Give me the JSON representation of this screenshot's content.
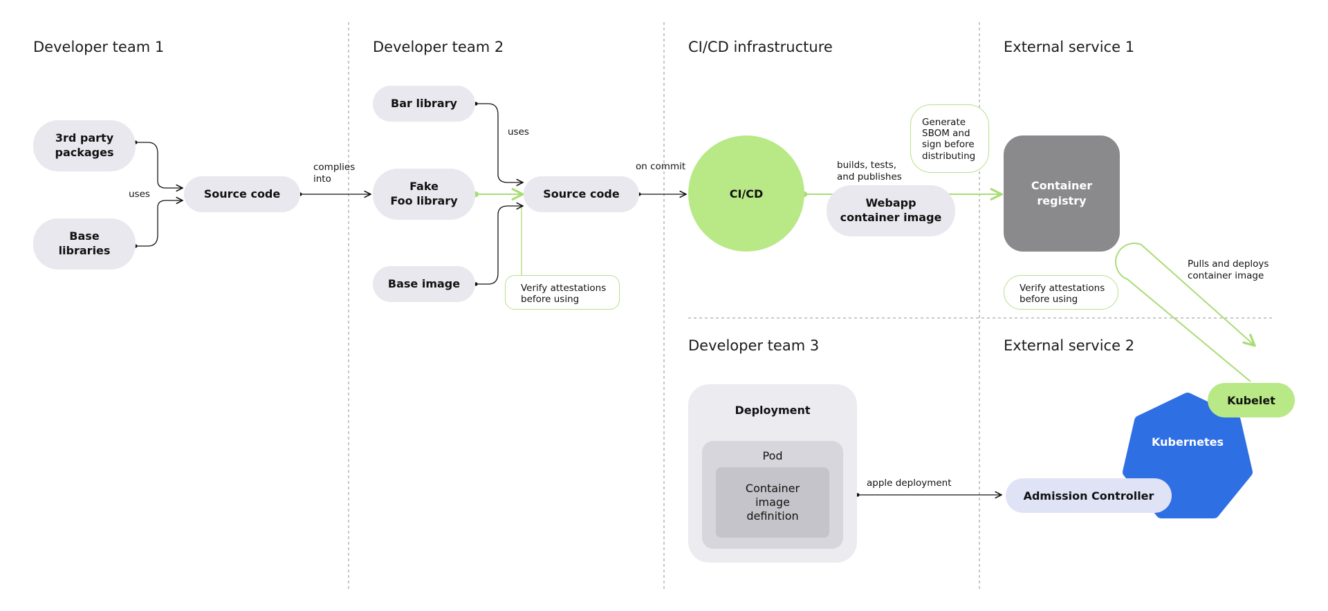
{
  "sections": {
    "dev_team_1": "Developer team 1",
    "dev_team_2": "Developer team 2",
    "cicd_infra": "CI/CD infrastructure",
    "external_1": "External service 1",
    "dev_team_3": "Developer team 3",
    "external_2": "External service 2"
  },
  "team1": {
    "third_party": "3rd party\npackages",
    "base_libraries": "Base\nlibraries",
    "uses_label": "uses",
    "source_code": "Source code",
    "complies_into": "complies\ninto"
  },
  "team2": {
    "bar_library": "Bar library",
    "fake_foo": "Fake\nFoo library",
    "base_image": "Base image",
    "uses_label": "uses",
    "source_code": "Source code",
    "verify_note": "Verify attestations\nbefore using",
    "on_commit": "on commit"
  },
  "cicd": {
    "node": "CI/CD",
    "builds_label": "builds, tests,\nand publishes",
    "webapp_image": "Webapp\ncontainer image",
    "sbom_note": "Generate\nSBOM and\nsign before\ndistributing"
  },
  "external1": {
    "registry": "Container\nregistry",
    "verify_note": "Verify attestations\nbefore using",
    "pulls_label": "Pulls and deploys\ncontainer image"
  },
  "team3": {
    "deployment": "Deployment",
    "pod": "Pod",
    "container_def": "Container\nimage\ndefinition",
    "apply_label": "apple deployment"
  },
  "external2": {
    "kubernetes": "Kubernetes",
    "kubelet": "Kubelet",
    "admission": "Admission Controller"
  },
  "colors": {
    "accent_green": "#b8e986",
    "line_green": "#a8dc74",
    "kubernetes_blue": "#2f6fe4",
    "registry_gray": "#8a8a8d",
    "pill_gray": "#e8e8ee"
  }
}
